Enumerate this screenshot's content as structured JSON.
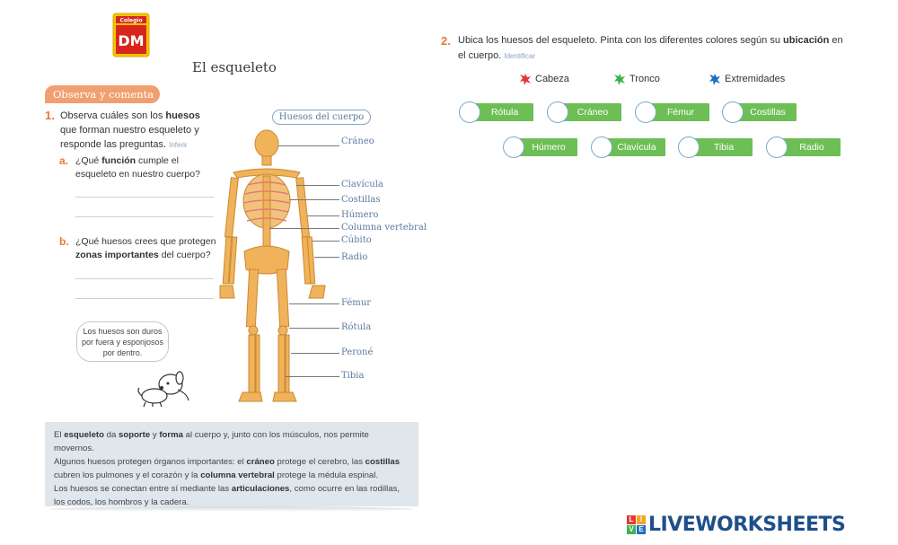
{
  "logo": {
    "top_text": "Colegio",
    "initials": "DM"
  },
  "page_title": "El esqueleto",
  "section_label": "Observa y comenta",
  "question1": {
    "number": "1.",
    "text_a": "Observa cuáles son los ",
    "text_bold": "huesos",
    "text_b": " que forman nuestro esqueleto y responde las preguntas.",
    "hint": "Inferir",
    "sub_a": {
      "letter": "a.",
      "text_a": "¿Qué ",
      "text_bold": "función",
      "text_b": " cumple el esqueleto en nuestro cuerpo?"
    },
    "sub_b": {
      "letter": "b.",
      "text_a": "¿Qué huesos crees que protegen ",
      "text_bold": "zonas importantes",
      "text_b": " del cuerpo?"
    }
  },
  "bubble_text": "Los huesos son duros por fuera y esponjosos por dentro.",
  "bones_panel": {
    "title": "Huesos del cuerpo",
    "labels": [
      "Cráneo",
      "Clavícula",
      "Costillas",
      "Húmero",
      "Columna vertebral",
      "Cúbito",
      "Radio",
      "Fémur",
      "Rótula",
      "Peroné",
      "Tibia"
    ]
  },
  "info": {
    "p1_a": "El ",
    "p1_b1": "esqueleto",
    "p1_c": " da ",
    "p1_b2": "soporte",
    "p1_d": " y ",
    "p1_b3": "forma",
    "p1_e": " al cuerpo y, junto con los músculos, nos permite movernos.",
    "p2_a": "Algunos huesos protegen órganos importantes: el ",
    "p2_b1": "cráneo",
    "p2_c": " protege el cerebro, las ",
    "p2_b2": "costillas",
    "p2_d": " cubren los pulmones y el corazón y la ",
    "p2_b3": "columna vertebral",
    "p2_e": " protege la médula espinal.",
    "p3_a": "Los huesos se conectan entre sí mediante las ",
    "p3_b1": "articulaciones",
    "p3_c": ", como ocurre en las rodillas, los codos, los hombros y la cadera."
  },
  "question2": {
    "number": "2.",
    "text_a": "Ubica los huesos del esqueleto. Pinta con los diferentes colores según su ",
    "text_bold": "ubicación",
    "text_b": " en el cuerpo.",
    "hint": "Identificar"
  },
  "legend": [
    {
      "label": "Cabeza",
      "color": "#e53935"
    },
    {
      "label": "Tronco",
      "color": "#3fb34a"
    },
    {
      "label": "Extremidades",
      "color": "#1e6fc4"
    }
  ],
  "word_boxes_row1": [
    "Rótula",
    "Cráneo",
    "Fémur",
    "Costillas"
  ],
  "word_boxes_row2": [
    "Húmero",
    "Clavícula",
    "Tibia",
    "Radio"
  ],
  "brand": {
    "letters": [
      "L",
      "I",
      "V",
      "E"
    ],
    "name": "LIVEWORKSHEETS"
  },
  "colors": {
    "accent_orange": "#e8763a",
    "box_green": "#6dbf55",
    "label_blue": "#5a7aa0",
    "brand_blue": "#1e4f8a"
  }
}
